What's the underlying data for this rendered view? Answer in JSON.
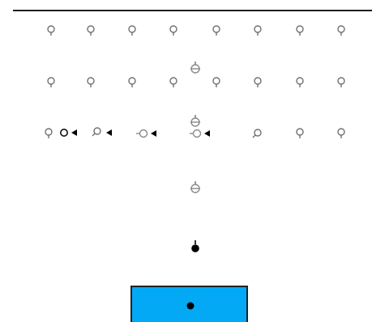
{
  "game": {
    "title": "",
    "colors": {
      "background": "#ffffff",
      "top_bar": "#1f1f1f",
      "launcher_fill": "#03a9f4",
      "launcher_border": "#222222",
      "pin_stroke": "#707070",
      "ball_fill": "#000000",
      "ghost_ball_stroke": "#8a8a8a",
      "arrow_fill": "#000000"
    },
    "icons": {
      "pin": "pin-icon",
      "ball": "ball-icon",
      "ghost_ball": "ghost-ball-icon",
      "ring": "ring-icon",
      "arrow": "arrow-left-icon"
    },
    "state": {
      "ball_in_launcher": true,
      "balls_in_flight": 1,
      "trail_markers": 3,
      "rows_of_pins": 3,
      "pins_per_row": 8
    }
  }
}
